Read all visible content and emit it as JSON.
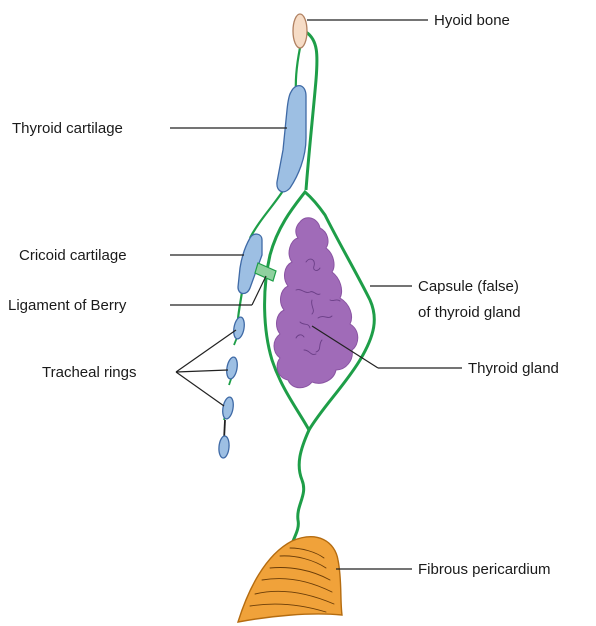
{
  "labels": {
    "hyoid_bone": "Hyoid bone",
    "thyroid_cartilage": "Thyroid cartilage",
    "cricoid_cartilage": "Cricoid cartilage",
    "ligament_of_berry": "Ligament of Berry",
    "tracheal_rings": "Tracheal rings",
    "capsule_line1": "Capsule (false)",
    "capsule_line2": "of thyroid gland",
    "thyroid_gland": "Thyroid gland",
    "fibrous_pericardium": "Fibrous pericardium"
  },
  "colors": {
    "fascia_green": "#1e9e48",
    "cartilage_blue": "#9dbfe3",
    "cartilage_outline": "#3f6aa6",
    "hyoid_fill": "#f6dcc6",
    "thyroid_purple": "#a06bb8",
    "pericardium_orange": "#f0a23a",
    "leader_line": "#222222"
  }
}
